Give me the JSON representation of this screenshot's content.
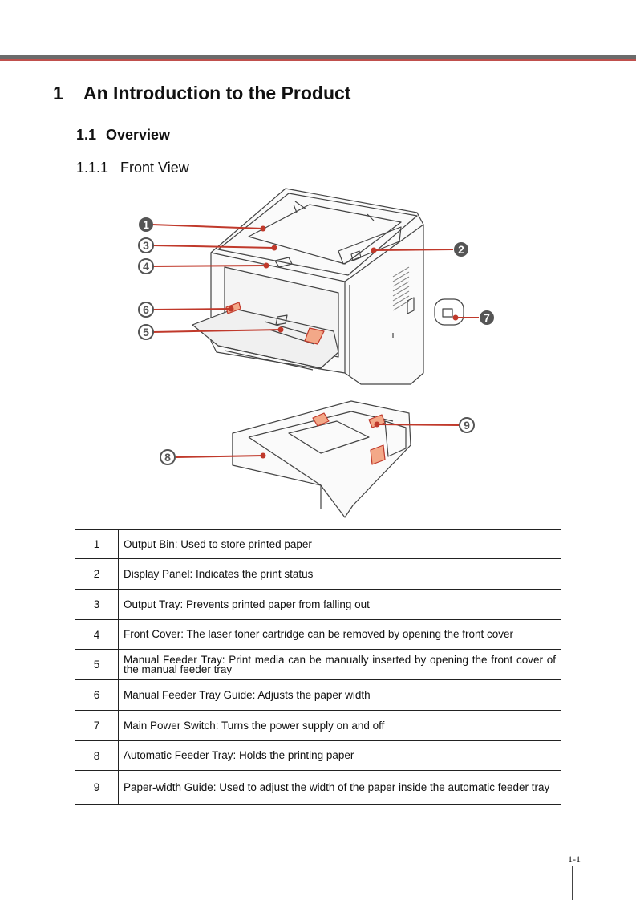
{
  "heading1": {
    "number": "1",
    "title": "An Introduction to the Product"
  },
  "heading2": {
    "number": "1.1",
    "title": "Overview"
  },
  "heading3": {
    "number": "1.1.1",
    "title": "Front View"
  },
  "figure": {
    "callouts": [
      "1",
      "2",
      "3",
      "4",
      "5",
      "6",
      "7",
      "8",
      "9"
    ],
    "callout_color": "#c0392b"
  },
  "parts": [
    {
      "num": "1",
      "desc": "Output Bin: Used to store printed paper"
    },
    {
      "num": "2",
      "desc": "Display Panel: Indicates the print status"
    },
    {
      "num": "3",
      "desc": "Output Tray: Prevents printed paper from falling out"
    },
    {
      "num": "4",
      "desc": "Front Cover: The laser toner cartridge can be removed by opening the front cover"
    },
    {
      "num": "5",
      "desc": "Manual Feeder Tray: Print media can be manually inserted by opening the front cover of the manual feeder tray"
    },
    {
      "num": "6",
      "desc": "Manual Feeder Tray Guide: Adjusts the paper width"
    },
    {
      "num": "7",
      "desc": "Main Power Switch: Turns the power supply on and off"
    },
    {
      "num": "8",
      "desc": "Automatic Feeder Tray: Holds the printing paper"
    },
    {
      "num": "9",
      "desc": "Paper-width Guide: Used to adjust the width of the paper inside the automatic feeder tray"
    }
  ],
  "page_number": "1-1"
}
